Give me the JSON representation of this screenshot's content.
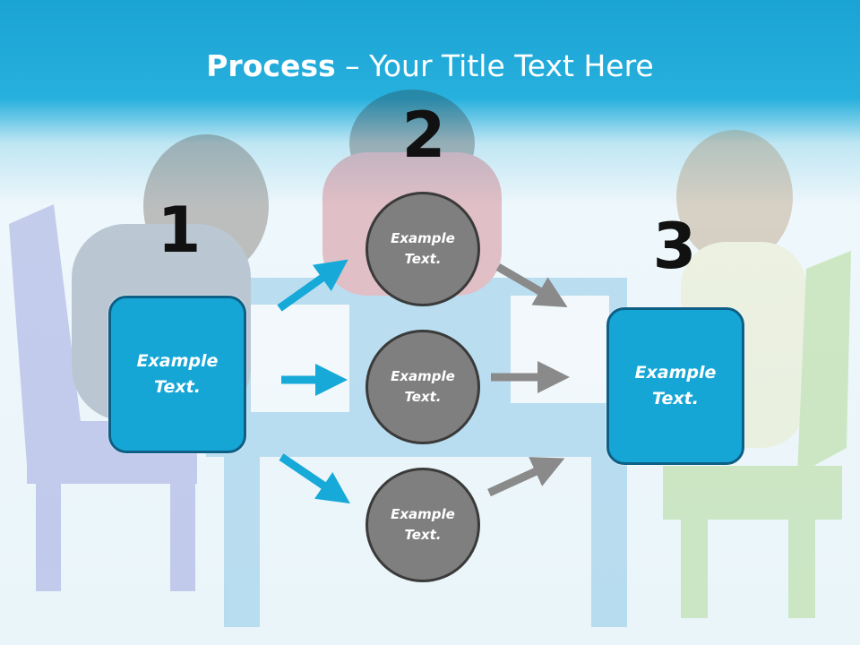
{
  "title": {
    "bold": "Process",
    "rest": " – Your Title Text Here"
  },
  "steps": [
    {
      "number": "1",
      "text": "Example Text."
    },
    {
      "number": "2"
    },
    {
      "number": "3",
      "text": "Example Text."
    }
  ],
  "circles": [
    {
      "text": "Example Text."
    },
    {
      "text": "Example Text."
    },
    {
      "text": "Example Text."
    }
  ],
  "colors": {
    "accent_blue": "#15a6d6",
    "box_border": "#0d5f85",
    "circle_fill": "#7f7f7f",
    "circle_border": "#3a3a3a",
    "arrow_blue": "#17a9d8",
    "arrow_gray": "#8a8a8a"
  }
}
